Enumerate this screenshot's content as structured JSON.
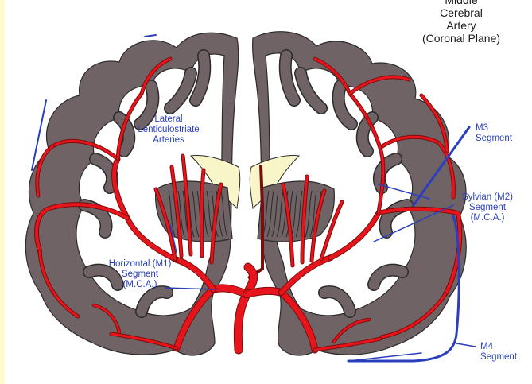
{
  "colors": {
    "tissue_gray": "#6f6365",
    "white_matter": "#ffffff",
    "artery_red": "#e8141c",
    "artery_outline": "#7a0d0d",
    "ventricle_yellow": "#f8f6c8",
    "annotation_blue": "#2a3fbd",
    "page_edge_yellow": "#fdfccf"
  },
  "title": {
    "line1": "Middle",
    "line2": "Cerebral",
    "line3": "Artery",
    "line4": "(Coronal Plane)"
  },
  "labels": {
    "lateral": {
      "line1": "Lateral",
      "line2": "Lenticulostriate",
      "line3": "Arteries"
    },
    "horizontal": {
      "line1": "Horizontal (M1)",
      "line2": "Segment",
      "line3": "(M.C.A.)"
    },
    "sylvian": {
      "line1": "Sylvian (M2)",
      "line2": "Segment",
      "line3": "(M.C.A.)"
    },
    "m3": {
      "line1": "M3",
      "line2": "Segment"
    },
    "m4": {
      "line1": "M4",
      "line2": "Segment"
    }
  }
}
